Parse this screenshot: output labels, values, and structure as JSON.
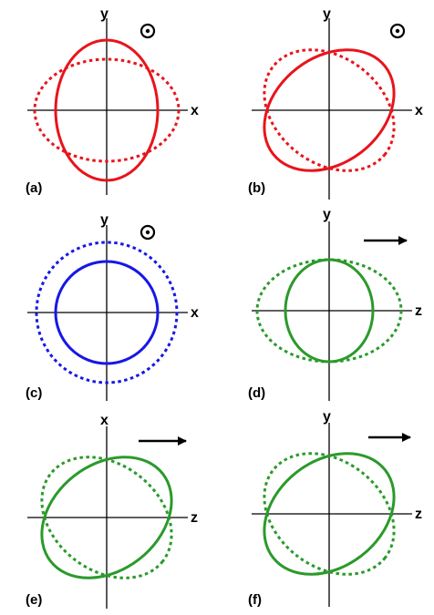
{
  "figure": {
    "panels": [
      {
        "label": "(a)",
        "vertical_axis": "y",
        "horizontal_axis": "x",
        "direction": "out-of-page",
        "color": "#e8141b",
        "solid": "tall ellipse",
        "dotted": "wide ellipse"
      },
      {
        "label": "(b)",
        "vertical_axis": "y",
        "horizontal_axis": "x",
        "direction": "out-of-page",
        "color": "#e8141b",
        "solid": "ellipse tilted toward upper right",
        "dotted": "ellipse tilted toward upper left"
      },
      {
        "label": "(c)",
        "vertical_axis": "y",
        "horizontal_axis": "x",
        "direction": "out-of-page",
        "color": "#1717e6",
        "solid": "small circle",
        "dotted": "large circle"
      },
      {
        "label": "(d)",
        "vertical_axis": "y",
        "horizontal_axis": "z",
        "direction": "right-arrow",
        "color": "#2a9a2a",
        "solid": "tall ellipse",
        "dotted": "wide ellipse"
      },
      {
        "label": "(e)",
        "vertical_axis": "x",
        "horizontal_axis": "z",
        "direction": "right-arrow",
        "color": "#2a9a2a",
        "solid": "ellipse tilted toward upper right",
        "dotted": "ellipse tilted toward upper left"
      },
      {
        "label": "(f)",
        "vertical_axis": "y",
        "horizontal_axis": "z",
        "direction": "right-arrow",
        "color": "#2a9a2a",
        "solid": "ellipse tilted toward upper right",
        "dotted": "ellipse tilted toward upper left"
      }
    ]
  }
}
